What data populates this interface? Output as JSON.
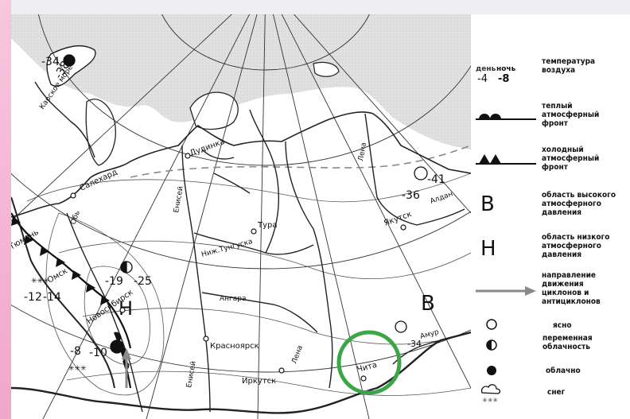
{
  "map": {
    "cities": {
      "salekhard": "Салехард",
      "dudinka": "Дудинка",
      "tura": "Тура",
      "yakutsk": "Якутск",
      "krasnoyarsk": "Красноярск",
      "irkutsk": "Иркутск",
      "chita": "Чита",
      "novosibirsk": "Новосибирск",
      "tyumen": "Тюмень",
      "omsk": "Омск"
    },
    "rivers": {
      "yenisei": "Енисей",
      "ob": "Обь",
      "lena": "Лена",
      "angara": "Ангара",
      "lower_tunguska": "Ниж.Тунгуска",
      "aldan": "Алдан",
      "yenisei_south": "Енисей",
      "lena_south": "Лена",
      "amur": "Амур",
      "sea": "Карское море"
    },
    "pressure": {
      "low": "Н",
      "high": "В"
    },
    "temps": {
      "t1": "-34",
      "t2": "-38",
      "t3": "-36",
      "t4": "-41",
      "t5": "-19",
      "t6": "-25",
      "t7": "-12",
      "t8": "-14",
      "t9": "-8",
      "t10": "-10",
      "t11": "-34"
    }
  },
  "legend": {
    "day_label": "день",
    "night_label": "ночь",
    "day_value": "-4",
    "night_value": "-8",
    "temperature": [
      "температура",
      "воздуха"
    ],
    "warm_front": [
      "теплый",
      "атмосферный",
      "фронт"
    ],
    "cold_front": [
      "холодный",
      "атмосферный",
      "фронт"
    ],
    "high_letter": "В",
    "high_area": [
      "область высокого",
      "атмосферного",
      "давления"
    ],
    "low_letter": "Н",
    "low_area": [
      "область низкого",
      "атмосферного",
      "давления"
    ],
    "direction": [
      "направление",
      "движения",
      "циклонов и",
      "антициклонов"
    ],
    "clear": "ясно",
    "variable": [
      "переменная",
      "облачность"
    ],
    "cloudy": "облачно",
    "snow": "снег"
  },
  "colors": {
    "highlight_circle": "#3aa648",
    "arrow_gray": "#8a8a8a"
  }
}
